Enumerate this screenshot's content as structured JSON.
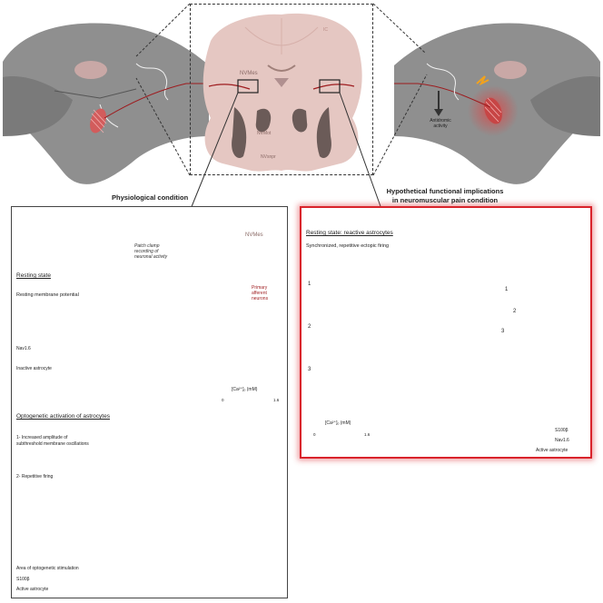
{
  "top": {
    "brain_labels": {
      "ic": "IC",
      "nvmes": "NVMes",
      "nvmot": "NVMot",
      "nvsnpr": "NVsnpr"
    },
    "right_head": {
      "antidromic": "Antidromic",
      "activity": "activity"
    }
  },
  "headings": {
    "physiological": "Physiological condition",
    "hypothetical_line1": "Hypothetical functional implications",
    "hypothetical_line2": "in neuromuscular pain condition"
  },
  "left_panel": {
    "resting_state": "Resting state",
    "resting_membrane": "Resting membrane potential",
    "legend_nav": "Nav1.6",
    "legend_inactive": "Inactive astrocyte",
    "nvmes": "NVMes",
    "patch_line1": "Patch clamp",
    "patch_line2": "recording of",
    "patch_line3": "neuronal activity",
    "primary_line1": "Primary",
    "primary_line2": "afferent",
    "primary_line3": "neurons",
    "ca_label": "[Ca²⁺]ₒ (mM)",
    "ca_min": "0",
    "ca_max": "1.6",
    "optogenetic": "Optogenetic activation of astrocytes",
    "item1_line1": "1- Increased amplitude of",
    "item1_line2": "subthreshold membrane oscillations",
    "item2": "2- Repetitive firing",
    "legend_area": "Area of optogenetic stimulation",
    "legend_s100": "S100β",
    "legend_active": "Active astrocyte"
  },
  "right_panel": {
    "title": "Resting state: reactive astrocytes",
    "subtitle": "Synchronized, repetitive ectopic firing",
    "trace_labels": [
      "1",
      "2",
      "3"
    ],
    "neuron_labels": [
      "1",
      "2",
      "3"
    ],
    "ca_label": "[Ca²⁺]ₒ (mM)",
    "ca_min": "0",
    "ca_max": "1.6",
    "legend_s100": "S100β",
    "legend_nav": "Nav1.6",
    "legend_active": "Active astrocyte"
  },
  "colors": {
    "astrocyte_active": "#5fa32a",
    "astrocyte_inactive": "#c9c9c9",
    "nav16": "#f2922b",
    "s100b": "#b98ad6",
    "neuron_red": "#9e1b1e",
    "border_red": "#d9232b",
    "ca_blue": "#4f8fc0",
    "brain_pink": "#e5c7c2"
  }
}
